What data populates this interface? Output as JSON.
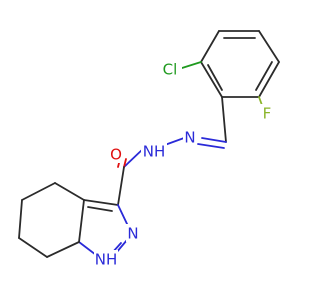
{
  "molecule": {
    "atoms": {
      "cl": "Cl",
      "f": "F",
      "o": "O",
      "nh_amide": "NH",
      "n_imine": "N",
      "n_ring": "N",
      "nh_ring": "NH"
    },
    "colors": {
      "carbon_bond": "#2b2b2b",
      "oxygen": "#e01010",
      "nitrogen": "#2a2ad8",
      "chlorine": "#1f9a1f",
      "fluorine": "#8bb52a",
      "background": "#ffffff"
    }
  }
}
